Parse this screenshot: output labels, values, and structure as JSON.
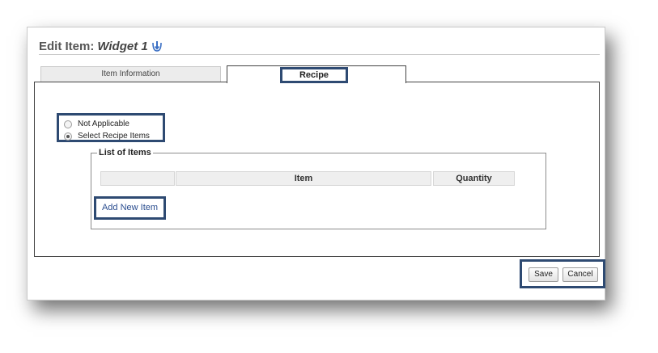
{
  "header": {
    "title_prefix": "Edit Item:",
    "item_name": "Widget 1",
    "help_icon": "help-arrow-icon"
  },
  "tabs": [
    {
      "label": "Item Information",
      "active": false
    },
    {
      "label": "Recipe",
      "active": true
    }
  ],
  "recipe": {
    "options": [
      {
        "label": "Not Applicable",
        "selected": false
      },
      {
        "label": "Select Recipe Items",
        "selected": true
      }
    ],
    "list_legend": "List of Items",
    "columns": [
      "",
      "Item",
      "Quantity"
    ],
    "add_item_label": "Add New Item"
  },
  "actions": {
    "save_label": "Save",
    "cancel_label": "Cancel"
  },
  "colors": {
    "highlight_border": "#2e4a72",
    "link": "#2a4d8f",
    "help_icon": "#3a6fc4"
  }
}
